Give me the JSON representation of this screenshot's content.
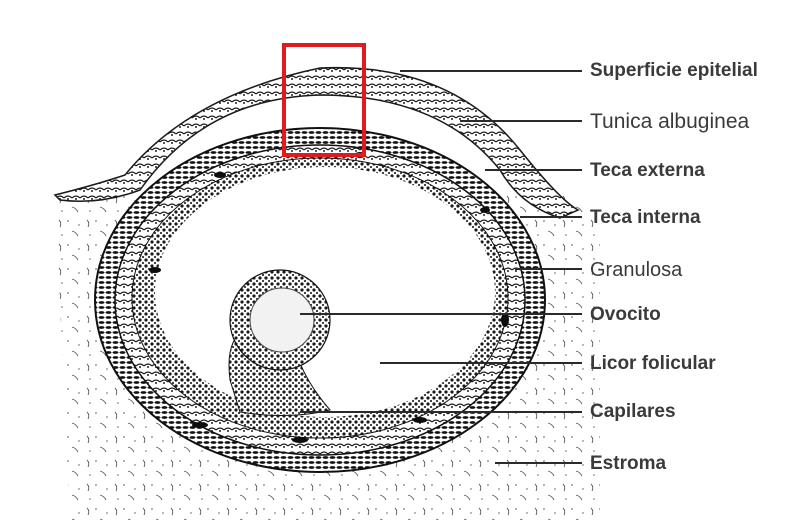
{
  "labels": [
    {
      "id": "superficie",
      "text": "Superficie epitelial"
    },
    {
      "id": "tunica",
      "text": "Tunica albuginea"
    },
    {
      "id": "teca-externa",
      "text": "Teca externa"
    },
    {
      "id": "teca-interna",
      "text": "Teca interna"
    },
    {
      "id": "granulosa",
      "text": "Granulosa"
    },
    {
      "id": "ovocito",
      "text": "Ovocito"
    },
    {
      "id": "licor",
      "text": "Licor folicular"
    },
    {
      "id": "capilares",
      "text": "Capilares"
    },
    {
      "id": "estroma",
      "text": "Estroma"
    }
  ],
  "colors": {
    "text": "#3a3a3a",
    "line": "#2a2a2a",
    "highlight_box": "#e01b1b",
    "tissue": "#1a1a1a"
  }
}
